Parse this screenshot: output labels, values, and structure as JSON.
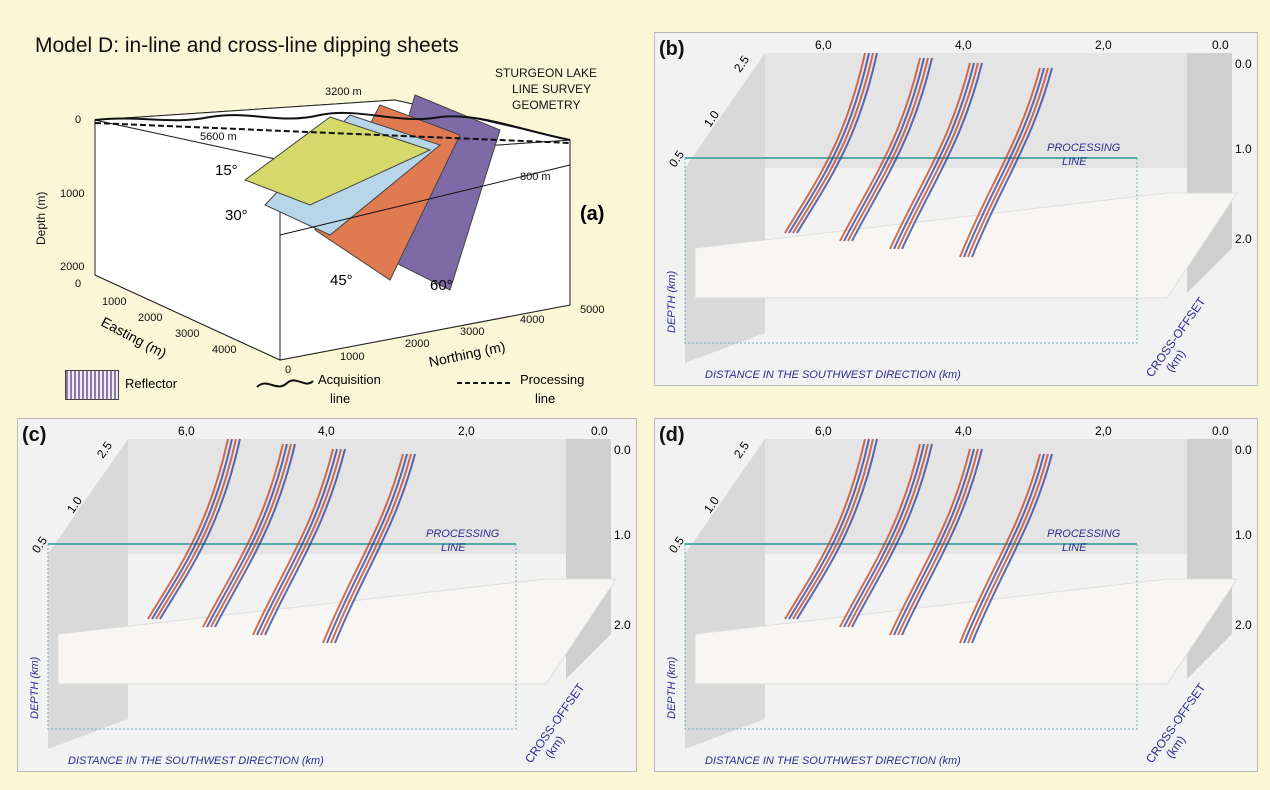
{
  "figure": {
    "title": "Model D: in-line and cross-line dipping sheets",
    "panel_a": {
      "label": "(a)",
      "survey_text": [
        "STURGEON LAKE",
        "LINE SURVEY",
        "GEOMETRY"
      ],
      "depth_label": "Depth (m)",
      "depth_ticks": [
        "0",
        "1000",
        "2000"
      ],
      "easting_label": "Easting (m)",
      "easting_ticks": [
        "0",
        "1000",
        "2000",
        "3000",
        "4000"
      ],
      "northing_label": "Northing (m)",
      "northing_ticks": [
        "0",
        "1000",
        "2000",
        "3000",
        "4000",
        "5000"
      ],
      "annotations": [
        "5600 m",
        "3200 m",
        "800 m"
      ],
      "dip_labels": [
        "15°",
        "30°",
        "45°",
        "60°"
      ],
      "reflector_colors": [
        "#d4d96a",
        "#b8d6ea",
        "#e07a50",
        "#7e6aa6"
      ],
      "legend": {
        "reflector": "Reflector",
        "acquisition": [
          "Acquisition",
          "line"
        ],
        "processing": [
          "Processing",
          "line"
        ]
      }
    },
    "seismic_panels": [
      {
        "label": "(b)"
      },
      {
        "label": "(c)"
      },
      {
        "label": "(d)"
      }
    ],
    "seismic_common": {
      "top_ticks": [
        "6,0",
        "4,0",
        "2,0",
        "0.0"
      ],
      "left_ticks": [
        "2.5",
        "1.0",
        "0.5"
      ],
      "right_ticks": [
        "0.0",
        "1.0",
        "2.0"
      ],
      "processing_line": [
        "PROCESSING",
        "LINE"
      ],
      "depth_axis": "DEPTH (km)",
      "distance_axis": "DISTANCE IN THE SOUTHWEST DIRECTION (km)",
      "crossoffset_axis": [
        "CROSS-OFFSET",
        "(km)"
      ]
    }
  }
}
